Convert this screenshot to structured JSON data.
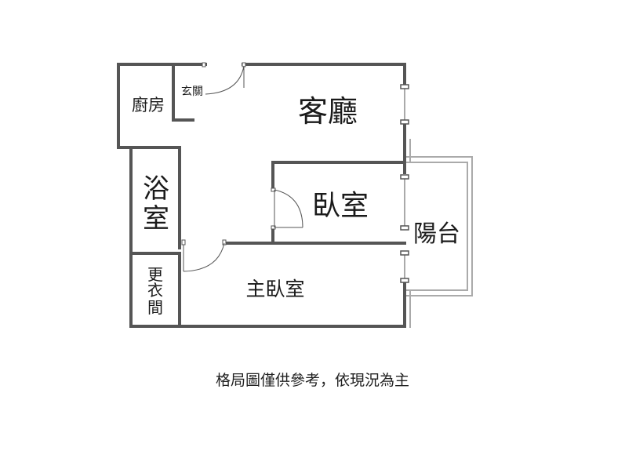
{
  "floor_plan": {
    "rooms": {
      "kitchen": "廚房",
      "entrance": "玄關",
      "living_room": "客廳",
      "bathroom_line1": "浴",
      "bathroom_line2": "室",
      "bedroom": "臥室",
      "balcony": "陽台",
      "closet_line1": "更",
      "closet_line2": "衣",
      "closet_line3": "間",
      "master_bedroom": "主臥室"
    },
    "colors": {
      "wall": "#555555",
      "balcony_rail": "#aaaaaa"
    }
  },
  "footer_note": "格局圖僅供參考，依現況為主"
}
